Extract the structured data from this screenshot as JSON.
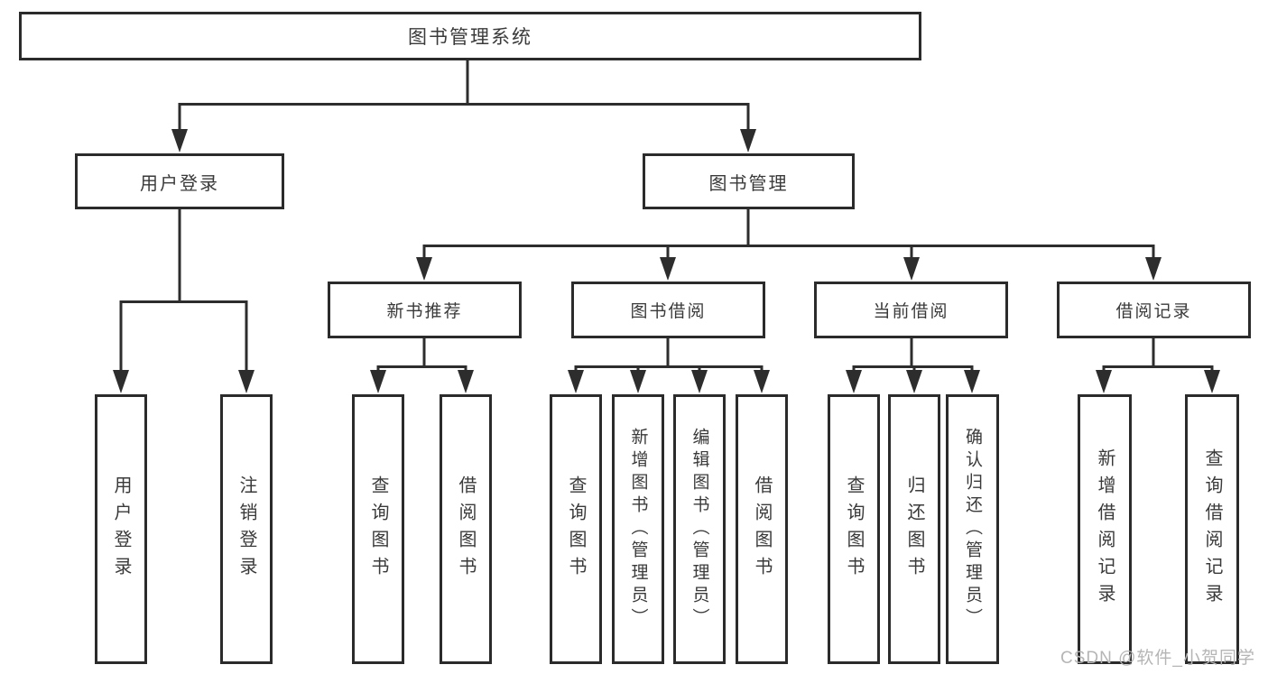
{
  "diagram": {
    "root": "图书管理系统",
    "level2": [
      {
        "label": "用户登录"
      },
      {
        "label": "图书管理"
      }
    ],
    "level3": [
      {
        "label": "新书推荐"
      },
      {
        "label": "图书借阅"
      },
      {
        "label": "当前借阅"
      },
      {
        "label": "借阅记录"
      }
    ],
    "leaves": {
      "login": [
        "用户登录",
        "注销登录"
      ],
      "recommend": [
        "查询图书",
        "借阅图书"
      ],
      "borrow": [
        "查询图书",
        "新增图书（管理员）",
        "编辑图书（管理员）",
        "借阅图书"
      ],
      "current": [
        "查询图书",
        "归还图书",
        "确认归还（管理员）"
      ],
      "records": [
        "新增借阅记录",
        "查询借阅记录"
      ]
    }
  },
  "watermark": "CSDN @软件_小贺同学",
  "colors": {
    "line": "#2d2d2d",
    "border": "#2b2b2b",
    "text": "#3a3a3a",
    "watermark_text": "#b5b5b5",
    "background": "#ffffff"
  }
}
